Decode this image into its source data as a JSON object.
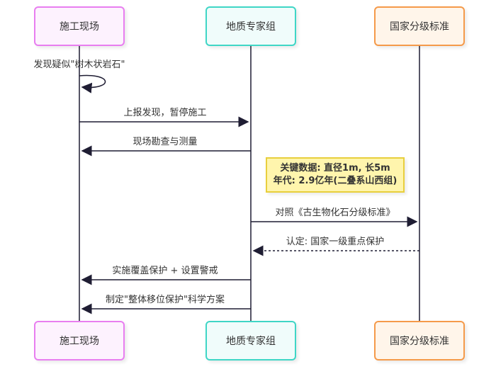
{
  "actors": [
    {
      "id": "site",
      "label": "施工现场",
      "border": "#e87ef0",
      "fill": "#fdf2fe"
    },
    {
      "id": "experts",
      "label": "地质专家组",
      "border": "#3fd6c6",
      "fill": "#f0fcfb"
    },
    {
      "id": "standard",
      "label": "国家分级标准",
      "border": "#f59a4a",
      "fill": "#fff5ea"
    }
  ],
  "messages": [
    {
      "from": "site",
      "to": "site",
      "label": "发现疑似\"树木状岩石\"",
      "style": "solid",
      "type": "self"
    },
    {
      "from": "site",
      "to": "experts",
      "label": "上报发现，暂停施工",
      "style": "solid"
    },
    {
      "from": "experts",
      "to": "site",
      "label": "现场勘查与测量",
      "style": "solid"
    },
    {
      "from": "experts",
      "to": "standard",
      "label": "对照《古生物化石分级标准》",
      "style": "solid"
    },
    {
      "from": "standard",
      "to": "experts",
      "label": "认定: 国家一级重点保护",
      "style": "dotted"
    },
    {
      "from": "experts",
      "to": "site",
      "label": "实施覆盖保护 + 设置警戒",
      "style": "solid"
    },
    {
      "from": "experts",
      "to": "site",
      "label": "制定\"整体移位保护\"科学方案",
      "style": "solid"
    }
  ],
  "note": {
    "over": "experts-standard",
    "lines": [
      "关键数据: 直径1m, 长5m",
      "年代: 2.9亿年(二叠系山西组)"
    ]
  },
  "colors": {
    "line": "#1f1d33",
    "note_fill": "#fff5ad",
    "note_border": "#e8cf3d"
  }
}
